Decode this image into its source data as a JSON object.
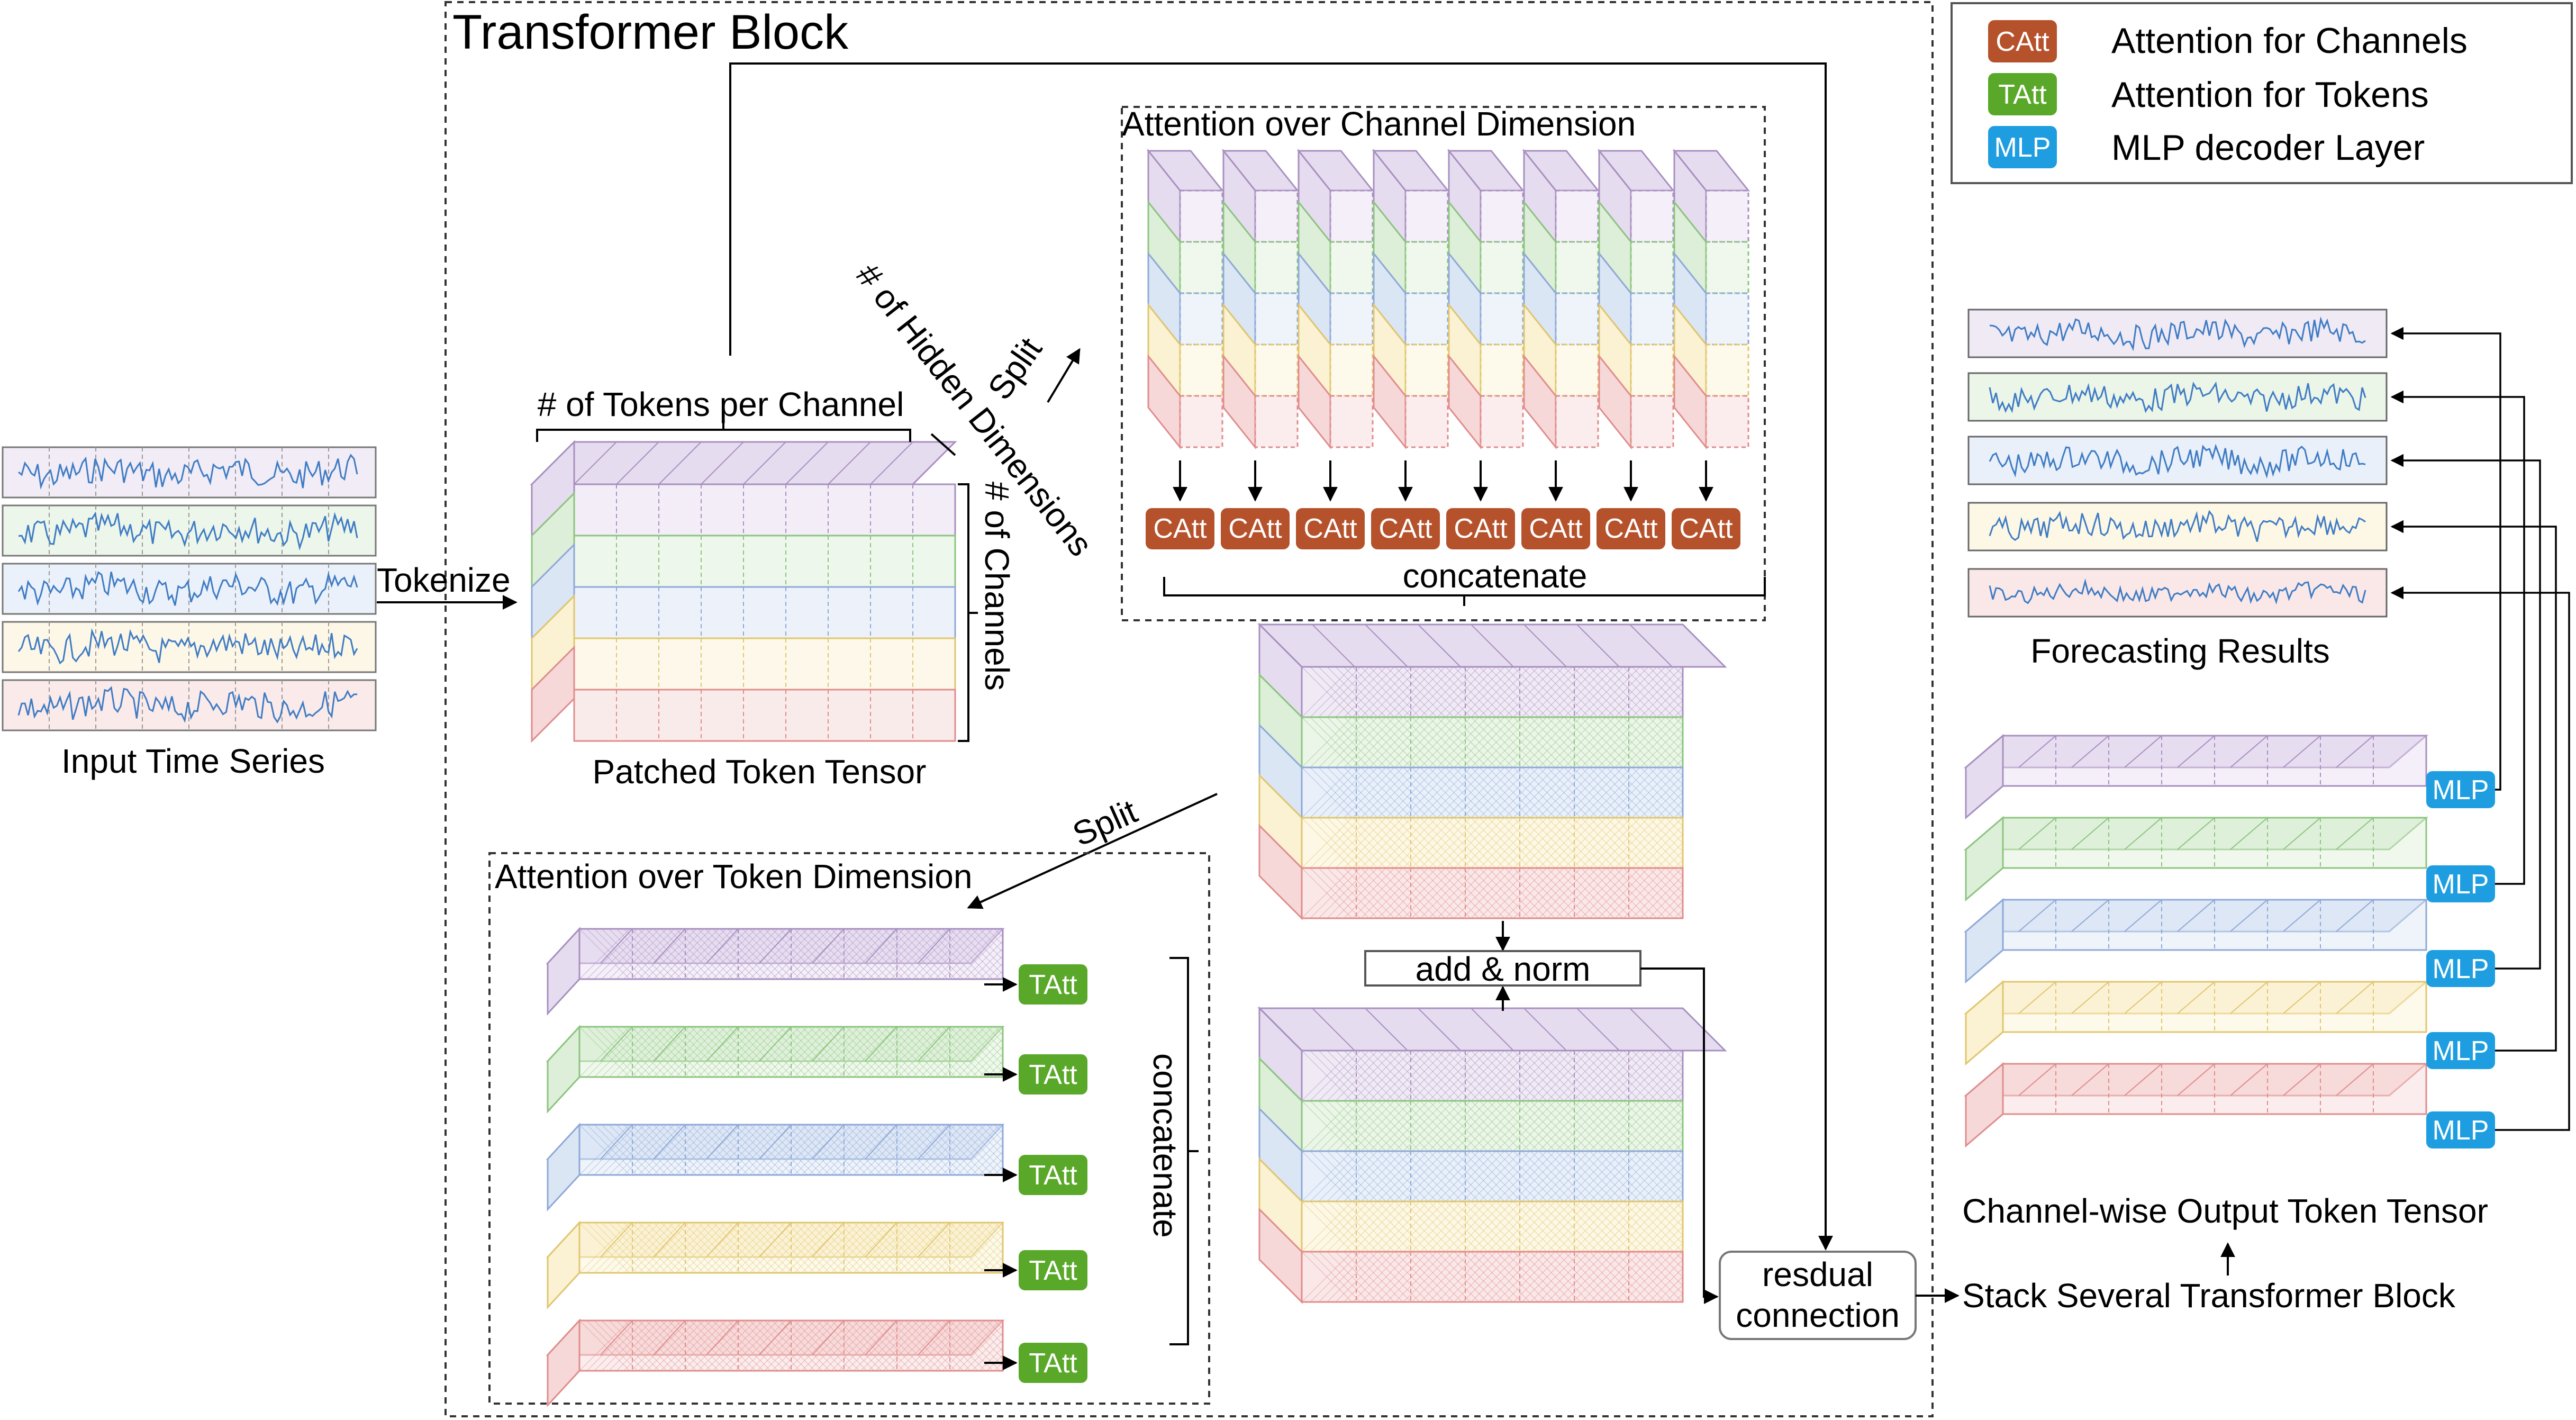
{
  "title": "Transformer Block",
  "legend": [
    {
      "badge": "CAtt",
      "text": "Attention for Channels",
      "color": "#b5522c"
    },
    {
      "badge": "TAtt",
      "text": "Attention for Tokens",
      "color": "#5aa82a"
    },
    {
      "badge": "MLP",
      "text": "MLP decoder Layer",
      "color": "#1e9ee0"
    }
  ],
  "labels": {
    "input_caption": "Input Time Series",
    "tokenize": "Tokenize",
    "tokens_per_channel": "# of Tokens per Channel",
    "hidden_dims": "# of Hidden Dimensions",
    "channels": "# of Channels",
    "patched_caption": "Patched Token Tensor",
    "split_top": "Split",
    "split_bottom": "Split",
    "channel_attention_title": "Attention over Channel Dimension",
    "token_attention_title": "Attention over Token Dimension",
    "concatenate_h": "concatenate",
    "concatenate_v": "concatenate",
    "add_norm": "add & norm",
    "residual_line1": "resdual",
    "residual_line2": "connection",
    "stack": "Stack Several  Transformer Block",
    "output_caption": "Channel-wise Output Token Tensor",
    "forecast_caption": "Forecasting Results"
  },
  "badges": {
    "catt": "CAtt",
    "tatt": "TAtt",
    "mlp": "MLP"
  },
  "channel_colors": [
    "#e6dcef",
    "#ddefd8",
    "#dbe6f5",
    "#fbf1d3",
    "#f6d8d8"
  ],
  "channel_strokes": [
    "#a88fc0",
    "#8cc47f",
    "#8fa8d8",
    "#e0c66e",
    "#e08c8c"
  ],
  "series_color": "#3f7cc4"
}
